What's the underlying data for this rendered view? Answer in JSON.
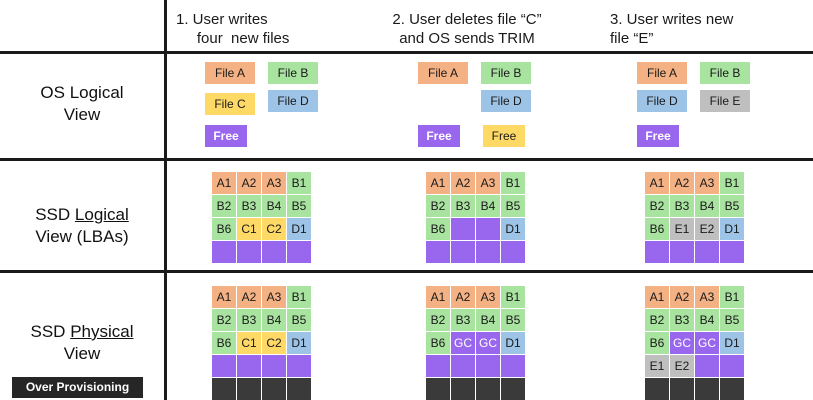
{
  "colors": {
    "A": "#f4b183",
    "B": "#a9e3a0",
    "C": "#ffd966",
    "D": "#9dc3e6",
    "E": "#bfbfbf",
    "F": "#9966ee",
    "G": "#9966ee",
    "O": "#3a3a3a",
    "X": "#9966ee"
  },
  "headers": {
    "col1": "1. User writes\n     four  new files",
    "col2": "2. User deletes file “C”\nand OS sends TRIM",
    "col3": "3. User writes new\nfile “E”"
  },
  "rows": {
    "os": {
      "line1": "OS Logical",
      "line2": "View"
    },
    "ssd_logical": {
      "line1a": "SSD ",
      "line1b": "Logical",
      "line2": "View (LBAs)"
    },
    "ssd_physical": {
      "line1a": "SSD ",
      "line1b": "Physical",
      "line2": "View"
    }
  },
  "over_provisioning_label": "Over Provisioning",
  "os_files": {
    "c1": [
      {
        "label": "File A",
        "color": "A"
      },
      {
        "label": "File B",
        "color": "B"
      },
      {
        "label": "File C",
        "color": "C"
      },
      {
        "label": "File D",
        "color": "D"
      },
      {
        "label": "Free",
        "color": "F"
      }
    ],
    "c2": [
      {
        "label": "File A",
        "color": "A"
      },
      {
        "label": "File B",
        "color": "B"
      },
      {
        "label": "File D",
        "color": "D"
      },
      {
        "label": "Free",
        "color": "F"
      },
      {
        "label": "Free",
        "color": "C"
      }
    ],
    "c3": [
      {
        "label": "File A",
        "color": "A"
      },
      {
        "label": "File B",
        "color": "B"
      },
      {
        "label": "File D",
        "color": "D"
      },
      {
        "label": "File E",
        "color": "E"
      },
      {
        "label": "Free",
        "color": "F"
      }
    ]
  },
  "logical_grids": {
    "c1": [
      [
        {
          "t": "A1",
          "c": "A"
        },
        {
          "t": "A2",
          "c": "A"
        },
        {
          "t": "A3",
          "c": "A"
        },
        {
          "t": "B1",
          "c": "B"
        }
      ],
      [
        {
          "t": "B2",
          "c": "B"
        },
        {
          "t": "B3",
          "c": "B"
        },
        {
          "t": "B4",
          "c": "B"
        },
        {
          "t": "B5",
          "c": "B"
        }
      ],
      [
        {
          "t": "B6",
          "c": "B"
        },
        {
          "t": "C1",
          "c": "C"
        },
        {
          "t": "C2",
          "c": "C"
        },
        {
          "t": "D1",
          "c": "D"
        }
      ],
      [
        {
          "t": "",
          "c": "X"
        },
        {
          "t": "",
          "c": "X"
        },
        {
          "t": "",
          "c": "X"
        },
        {
          "t": "",
          "c": "X"
        }
      ]
    ],
    "c2": [
      [
        {
          "t": "A1",
          "c": "A"
        },
        {
          "t": "A2",
          "c": "A"
        },
        {
          "t": "A3",
          "c": "A"
        },
        {
          "t": "B1",
          "c": "B"
        }
      ],
      [
        {
          "t": "B2",
          "c": "B"
        },
        {
          "t": "B3",
          "c": "B"
        },
        {
          "t": "B4",
          "c": "B"
        },
        {
          "t": "B5",
          "c": "B"
        }
      ],
      [
        {
          "t": "B6",
          "c": "B"
        },
        {
          "t": "",
          "c": "X"
        },
        {
          "t": "",
          "c": "X"
        },
        {
          "t": "D1",
          "c": "D"
        }
      ],
      [
        {
          "t": "",
          "c": "X"
        },
        {
          "t": "",
          "c": "X"
        },
        {
          "t": "",
          "c": "X"
        },
        {
          "t": "",
          "c": "X"
        }
      ]
    ],
    "c3": [
      [
        {
          "t": "A1",
          "c": "A"
        },
        {
          "t": "A2",
          "c": "A"
        },
        {
          "t": "A3",
          "c": "A"
        },
        {
          "t": "B1",
          "c": "B"
        }
      ],
      [
        {
          "t": "B2",
          "c": "B"
        },
        {
          "t": "B3",
          "c": "B"
        },
        {
          "t": "B4",
          "c": "B"
        },
        {
          "t": "B5",
          "c": "B"
        }
      ],
      [
        {
          "t": "B6",
          "c": "B"
        },
        {
          "t": "E1",
          "c": "E"
        },
        {
          "t": "E2",
          "c": "E"
        },
        {
          "t": "D1",
          "c": "D"
        }
      ],
      [
        {
          "t": "",
          "c": "X"
        },
        {
          "t": "",
          "c": "X"
        },
        {
          "t": "",
          "c": "X"
        },
        {
          "t": "",
          "c": "X"
        }
      ]
    ]
  },
  "physical_grids": {
    "c1": [
      [
        {
          "t": "A1",
          "c": "A"
        },
        {
          "t": "A2",
          "c": "A"
        },
        {
          "t": "A3",
          "c": "A"
        },
        {
          "t": "B1",
          "c": "B"
        }
      ],
      [
        {
          "t": "B2",
          "c": "B"
        },
        {
          "t": "B3",
          "c": "B"
        },
        {
          "t": "B4",
          "c": "B"
        },
        {
          "t": "B5",
          "c": "B"
        }
      ],
      [
        {
          "t": "B6",
          "c": "B"
        },
        {
          "t": "C1",
          "c": "C"
        },
        {
          "t": "C2",
          "c": "C"
        },
        {
          "t": "D1",
          "c": "D"
        }
      ],
      [
        {
          "t": "",
          "c": "X"
        },
        {
          "t": "",
          "c": "X"
        },
        {
          "t": "",
          "c": "X"
        },
        {
          "t": "",
          "c": "X"
        }
      ],
      [
        {
          "t": "",
          "c": "O"
        },
        {
          "t": "",
          "c": "O"
        },
        {
          "t": "",
          "c": "O"
        },
        {
          "t": "",
          "c": "O"
        }
      ]
    ],
    "c2": [
      [
        {
          "t": "A1",
          "c": "A"
        },
        {
          "t": "A2",
          "c": "A"
        },
        {
          "t": "A3",
          "c": "A"
        },
        {
          "t": "B1",
          "c": "B"
        }
      ],
      [
        {
          "t": "B2",
          "c": "B"
        },
        {
          "t": "B3",
          "c": "B"
        },
        {
          "t": "B4",
          "c": "B"
        },
        {
          "t": "B5",
          "c": "B"
        }
      ],
      [
        {
          "t": "B6",
          "c": "B"
        },
        {
          "t": "GC",
          "c": "G"
        },
        {
          "t": "GC",
          "c": "G"
        },
        {
          "t": "D1",
          "c": "D"
        }
      ],
      [
        {
          "t": "",
          "c": "X"
        },
        {
          "t": "",
          "c": "X"
        },
        {
          "t": "",
          "c": "X"
        },
        {
          "t": "",
          "c": "X"
        }
      ],
      [
        {
          "t": "",
          "c": "O"
        },
        {
          "t": "",
          "c": "O"
        },
        {
          "t": "",
          "c": "O"
        },
        {
          "t": "",
          "c": "O"
        }
      ]
    ],
    "c3": [
      [
        {
          "t": "A1",
          "c": "A"
        },
        {
          "t": "A2",
          "c": "A"
        },
        {
          "t": "A3",
          "c": "A"
        },
        {
          "t": "B1",
          "c": "B"
        }
      ],
      [
        {
          "t": "B2",
          "c": "B"
        },
        {
          "t": "B3",
          "c": "B"
        },
        {
          "t": "B4",
          "c": "B"
        },
        {
          "t": "B5",
          "c": "B"
        }
      ],
      [
        {
          "t": "B6",
          "c": "B"
        },
        {
          "t": "GC",
          "c": "G"
        },
        {
          "t": "GC",
          "c": "G"
        },
        {
          "t": "D1",
          "c": "D"
        }
      ],
      [
        {
          "t": "E1",
          "c": "E"
        },
        {
          "t": "E2",
          "c": "E"
        },
        {
          "t": "",
          "c": "X"
        },
        {
          "t": "",
          "c": "X"
        }
      ],
      [
        {
          "t": "",
          "c": "O"
        },
        {
          "t": "",
          "c": "O"
        },
        {
          "t": "",
          "c": "O"
        },
        {
          "t": "",
          "c": "O"
        }
      ]
    ]
  }
}
